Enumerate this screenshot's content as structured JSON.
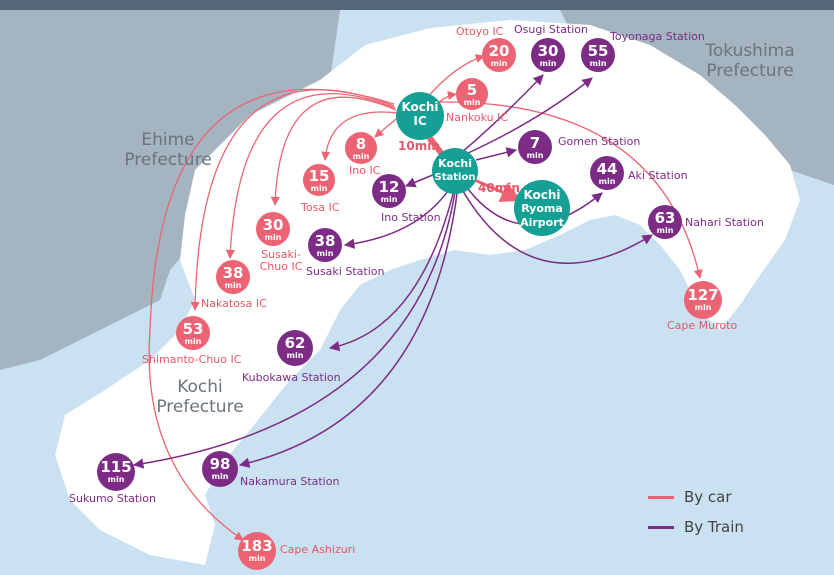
{
  "regions": {
    "ehime": [
      "Ehime",
      "Prefecture"
    ],
    "tokushima": [
      "Tokushima",
      "Prefecture"
    ],
    "kochi": [
      "Kochi",
      "Prefecture"
    ]
  },
  "hubs": {
    "kochi_ic": [
      "Kochi",
      "IC"
    ],
    "kochi_station": [
      "Kochi",
      "Station"
    ],
    "airport": [
      "Kochi",
      "Ryoma",
      "Airport"
    ]
  },
  "hub_times": {
    "ic_to_station": "10min",
    "station_to_airport": "40min"
  },
  "unit": "min",
  "car_destinations": [
    {
      "name": "Otoyo IC",
      "minutes": "20"
    },
    {
      "name": "Nankoku IC",
      "minutes": "5"
    },
    {
      "name": "Ino IC",
      "minutes": "8"
    },
    {
      "name": "Tosa IC",
      "minutes": "15"
    },
    {
      "name": "Susaki-Chuo IC",
      "minutes": "30"
    },
    {
      "name": "Nakatosa IC",
      "minutes": "38"
    },
    {
      "name": "Shimanto-Chuo IC",
      "minutes": "53"
    },
    {
      "name": "Cape Muroto",
      "minutes": "127"
    },
    {
      "name": "Cape Ashizuri",
      "minutes": "183"
    }
  ],
  "train_destinations": [
    {
      "name": "Osugi Station",
      "minutes": "30"
    },
    {
      "name": "Toyonaga Station",
      "minutes": "55"
    },
    {
      "name": "Gomen Station",
      "minutes": "7"
    },
    {
      "name": "Ino Station",
      "minutes": "12"
    },
    {
      "name": "Aki Station",
      "minutes": "44"
    },
    {
      "name": "Nahari Station",
      "minutes": "63"
    },
    {
      "name": "Susaki Station",
      "minutes": "38"
    },
    {
      "name": "Kubokawa Station",
      "minutes": "62"
    },
    {
      "name": "Sukumo Station",
      "minutes": "115"
    },
    {
      "name": "Nakamura Station",
      "minutes": "98"
    }
  ],
  "legend": {
    "car": "By car",
    "train": "By Train"
  },
  "colors": {
    "sea": "#c9e1f1",
    "land": "#ffffff",
    "neighbor": "#a5b4c1",
    "car": "#ec6473",
    "train": "#7d2c86",
    "hub": "#159f95"
  }
}
